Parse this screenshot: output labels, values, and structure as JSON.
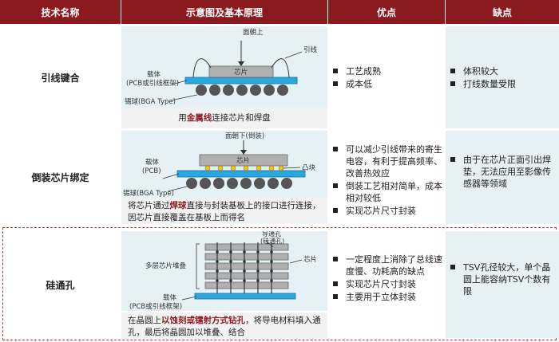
{
  "header": {
    "col1": "技术名称",
    "col2": "示意图及基本原理",
    "col3": "优点",
    "col4": "缺点"
  },
  "rows": [
    {
      "name": "引线键合",
      "diagram_labels": {
        "die": "芯片",
        "substrate": "载体",
        "substrate_sub": "(PCB或引线框架)",
        "balls": "锡球(BGA Type)",
        "facing": "面朝上",
        "wire": "引线"
      },
      "caption_pre": "用",
      "caption_bold": "金属线",
      "caption_post": "连接芯片和焊盘",
      "pros": [
        "工艺成熟",
        "成本低"
      ],
      "cons": [
        "体积较大",
        "打线数量受限"
      ]
    },
    {
      "name": "倒装芯片绑定",
      "diagram_labels": {
        "facing": "面朝下(倒装)",
        "die": "芯片",
        "substrate": "载体",
        "substrate_sub": "(PCB)",
        "bump": "凸块",
        "balls": "锡球(BGA Type)"
      },
      "caption_pre": "将芯片通过",
      "caption_bold": "焊球",
      "caption_post": "直接与封装基板上的接口进行连接，因芯片直接覆盖在基板上而得名",
      "pros": [
        "可以减少引线带来的寄生电容，有利于提高频率、改善热效应",
        "倒装工艺相对简单，成本相对较低",
        "实现芯片尺寸封装"
      ],
      "cons": [
        "由于在芯片正面引出焊垫，无法应用至影像传感器等领域"
      ]
    },
    {
      "name": "硅通孔",
      "diagram_labels": {
        "via": "导通孔",
        "via_sub": "(硅通孔)",
        "stack": "多层芯片堆叠",
        "die": "芯片",
        "substrate": "载体",
        "substrate_sub": "(PCB或引线框架)"
      },
      "caption_pre": "在晶圆上",
      "caption_bold": "以蚀刻或镭射方式钻孔",
      "caption_post": "，将导电材料填入通孔，最后将晶圆加以堆叠、结合",
      "pros": [
        "一定程度上消除了总线速度慢、功耗高的缺点",
        "实现芯片尺寸封装",
        "主要用于立体封装"
      ],
      "cons": [
        "TSV孔径较大，单个晶圆上能容纳TSV个数有限"
      ]
    }
  ],
  "colors": {
    "header_bg": "#8b1a1f",
    "light_blue": "#e5f1f5",
    "substrate": "#29a8e0",
    "die": "#b0b0b0",
    "ball": "#555555",
    "bump": "#f0c419"
  }
}
